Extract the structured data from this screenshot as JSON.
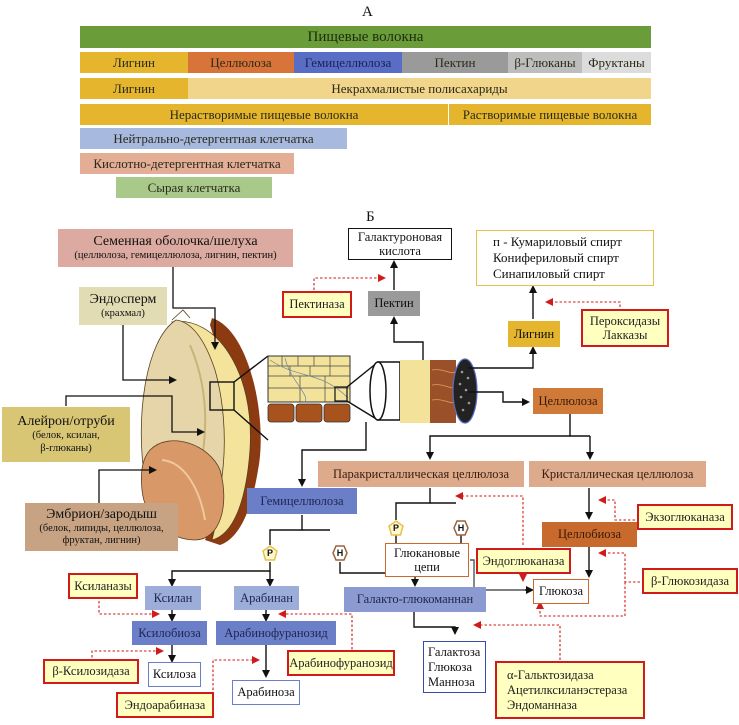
{
  "panel_a": {
    "label": "А",
    "row1": {
      "label": "Пищевые волокна",
      "color": "#6a9d3a"
    },
    "row2": [
      {
        "label": "Лигнин",
        "color": "#e6b52e"
      },
      {
        "label": "Целлюлоза",
        "color": "#d8733a"
      },
      {
        "label": "Гемицеллюлоза",
        "color": "#5a6dc4"
      },
      {
        "label": "Пектин",
        "color": "#9a9a9a"
      },
      {
        "label": "β-Глюканы",
        "color": "#bdbdbd"
      },
      {
        "label": "Фруктаны",
        "color": "#dcdcdc"
      }
    ],
    "row3": [
      {
        "label": "Лигнин",
        "color": "#e6b52e"
      },
      {
        "label": "Некрахмалистые полисахариды",
        "color": "#f1d58a"
      }
    ],
    "row4": [
      {
        "label": "Нерастворимые пищевые волокна",
        "color": "#e6b52e"
      },
      {
        "label": "Растворимые пищевые волокна",
        "color": "#e6b52e"
      }
    ],
    "row5": {
      "label": "Нейтрально-детергентная клетчатка",
      "color": "#a8b9e0"
    },
    "row6": {
      "label": "Кислотно-детергентная клетчатка",
      "color": "#e3ad96"
    },
    "row7": {
      "label": "Сырая клетчатка",
      "color": "#a9c98a"
    }
  },
  "panel_b": {
    "label": "Б",
    "grain_labels": {
      "seed_coat": {
        "title": "Семенная оболочка/шелуха",
        "sub": "(целлюлоза, гемицеллюлоза, лигнин, пектин)"
      },
      "endosperm": {
        "title": "Эндосперм",
        "sub": "(крахмал)"
      },
      "aleurone": {
        "title": "Алейрон/отруби",
        "sub1": "(белок, ксилан,",
        "sub2": "β-глюканы)"
      },
      "embryo": {
        "title": "Эмбрион/зародыш",
        "sub1": "(белок, липиды, целлюлоза,",
        "sub2": "фруктан, лигнин)"
      }
    },
    "nodes": {
      "galacturonic": {
        "line1": "Галактуроновая",
        "line2": "кислота"
      },
      "pectin": "Пектин",
      "pectinase": "Пектиназа",
      "alcohols": [
        "п - Кумариловый спирт",
        "Конифериловый спирт",
        "Синапиловый спирт"
      ],
      "lignin": "Лигнин",
      "peroxidase": {
        "line1": "Пероксидазы",
        "line2": "Лакказы"
      },
      "cellulose": "Целлюлоза",
      "paracrystalline": "Паракристаллическая целлюлоза",
      "crystalline": "Кристаллическая целлюлоза",
      "hemicellulose": "Гемицеллюлоза",
      "exoglucanase": "Экзоглюканаза",
      "cellobiose": "Целлобиоза",
      "glucan_chains": {
        "line1": "Глюкановые",
        "line2": "цепи"
      },
      "endoglucanase": "Эндоглюканаза",
      "beta_glucosidase": "β-Глюкозидаза",
      "glucose": "Глюкоза",
      "xylanases": "Ксиланазы",
      "xylan": "Ксилан",
      "arabinan": "Арабинан",
      "galactoglucomannan": "Галакто-глюкоманнан",
      "xylobiose": "Ксилобиоза",
      "arabinofuranoside": "Арабинофуранозид",
      "arabinofuranoside_enzyme": "Арабинофуранозид",
      "beta_xylosidase": "β-Ксилозидаза",
      "xylose": "Ксилоза",
      "endoarabinase": "Эндоарабиназа",
      "arabinose": "Арабиноза",
      "sugars": [
        "Галактоза",
        "Глюкоза",
        "Манноза"
      ],
      "mannan_enzymes": [
        "α-Гальктозидаза",
        "Ацетилксиланэстераза",
        "Эндоманназа"
      ]
    },
    "markers": {
      "p": "P",
      "h": "H"
    }
  }
}
